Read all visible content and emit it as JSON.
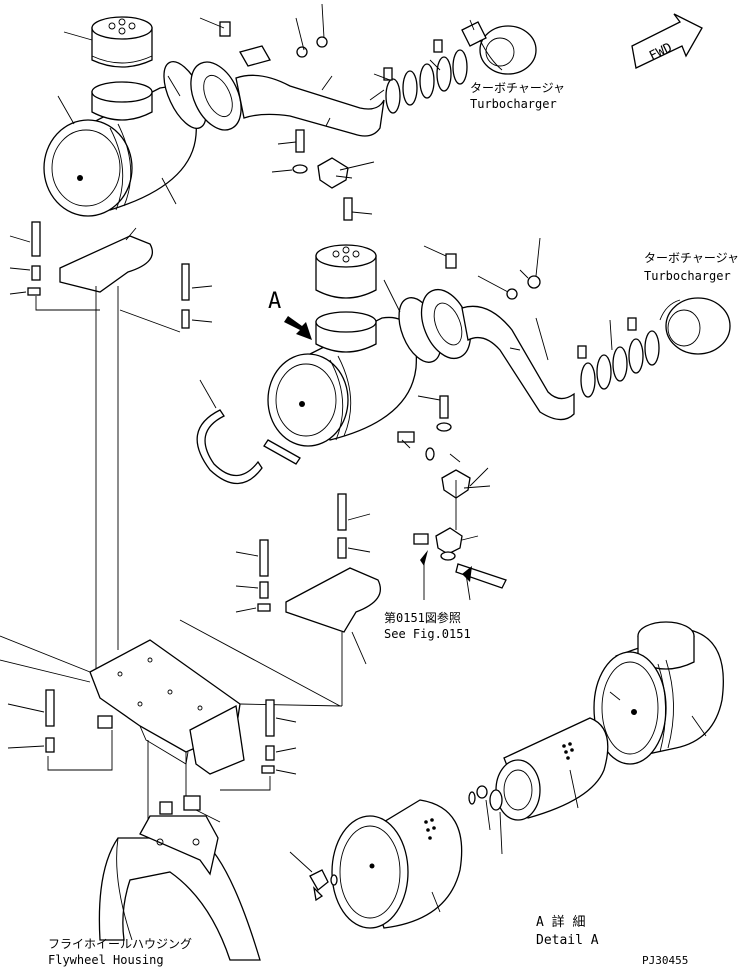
{
  "labels": {
    "turbo1_jp": "ターボチャージャ",
    "turbo1_en": "Turbocharger",
    "turbo2_jp": "ターボチャージャ",
    "turbo2_en": "Turbocharger",
    "fwd": "FWD",
    "view_a": "A",
    "fig_ref_jp": "第0151図参照",
    "fig_ref_en": "See Fig.0151",
    "detail_jp": "A 詳 細",
    "detail_en": "Detail A",
    "flywheel_jp": "フライホイールハウジング",
    "flywheel_en": "Flywheel Housing",
    "drawing_no": "PJ30455"
  }
}
